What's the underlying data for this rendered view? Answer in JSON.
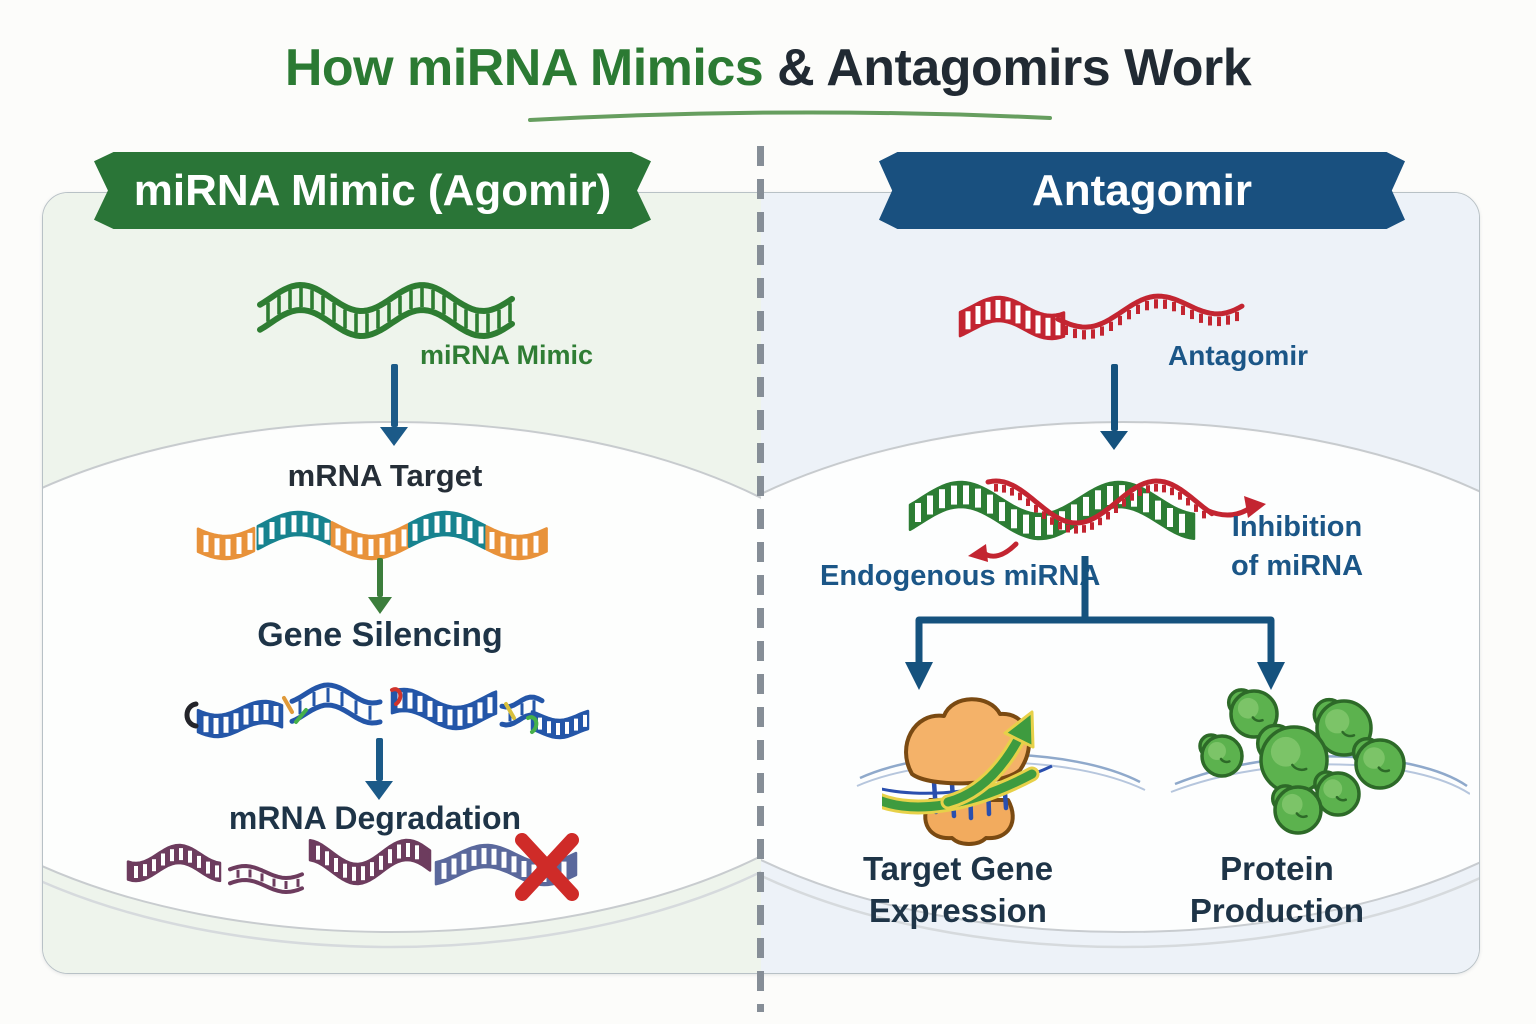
{
  "title": {
    "part1": "How miRNA Mimics",
    "part2": "& Antagomirs Work"
  },
  "left_panel": {
    "banner": "miRNA Mimic (Agomir)",
    "strand_label": "miRNA Mimic",
    "target_label": "mRNA Target",
    "silencing_label": "Gene Silencing",
    "degradation_label": "mRNA Degradation"
  },
  "right_panel": {
    "banner": "Antagomir",
    "strand_label": "Antagomir",
    "endogenous_label": "Endogenous miRNA",
    "inhibition_line1": "Inhibition",
    "inhibition_line2": "of miRNA",
    "outcome_gene_line1": "Target Gene",
    "outcome_gene_line2": "Expression",
    "outcome_protein_line1": "Protein",
    "outcome_protein_line2": "Production"
  },
  "icons": {
    "mimic-strand-icon": "green double-stranded miRNA mimic",
    "target-mrna-icon": "orange and teal mRNA target strand",
    "silenced-mrna-icon": "blue fragmented mRNA strand",
    "degraded-mrna-icon": "purple degraded mRNA fragments",
    "blocked-mrna-icon": "slate mRNA strand with red cross",
    "red-cross-icon": "red X mark",
    "antagomir-strand-icon": "red single-stranded antagomir",
    "mirna-duplex-icon": "green endogenous miRNA bound by red antagomir",
    "ribosome-icon": "orange ribosome with green up arrow",
    "protein-cluster-icon": "cluster of green protein globules",
    "down-arrow-icon": "downward process arrow",
    "branch-arrow-icon": "forked two-way down arrow"
  },
  "colors": {
    "banner_green": "#2a7537",
    "banner_blue": "#19507f",
    "title_green": "#2b7a33",
    "title_dark": "#212a33",
    "label_green": "#2f7d34",
    "label_blue": "#1b5687",
    "label_navy": "#1e3447",
    "arrow_blue": "#15527e",
    "arrow_green": "#3c7e3c",
    "mimic_green": "#2e7d32",
    "mimic_fill": "#eaf4e7",
    "antagomir_red": "#c32531",
    "mrna_orange": "#e8923a",
    "mrna_teal": "#17838f",
    "silenced_blue": "#2456a8",
    "degraded_purple": "#6d3c5e",
    "blocked_slate": "#5a689c",
    "cross_red": "#cf2b28",
    "ribosome_orange": "#f2ab5e",
    "protein_green": "#5cb24e",
    "membrane_gray": "#c6cacd"
  }
}
